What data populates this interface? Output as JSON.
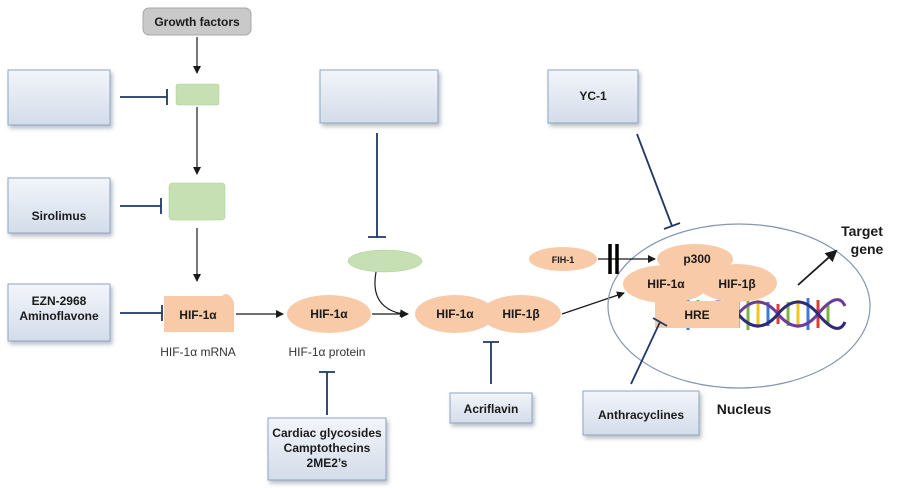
{
  "growth_factors": "Growth factors",
  "inhibitors": {
    "box_left_top": "",
    "sirolimus": "Sirolimus",
    "ezn_line1": "EZN-2968",
    "ezn_line2": "Aminoflavone",
    "box_middle_top": "",
    "yc1": "YC-1",
    "cardiac_line1": "Cardiac glycosides",
    "cardiac_line2": "Camptothecins",
    "cardiac_line3": "2ME2’s",
    "acriflavin": "Acriflavin",
    "anthracyclines": "Anthracyclines"
  },
  "molecules": {
    "hif1a_mrna": "HIF-1α",
    "hif1a_protein": "HIF-1α",
    "dimer_a": "HIF-1α",
    "dimer_b": "HIF-1β",
    "fih1": "FIH-1",
    "p300": "p300",
    "nuc_a": "HIF-1α",
    "nuc_b": "HIF-1β",
    "hre": "HRE"
  },
  "captions": {
    "mrna": "HIF-1α mRNA",
    "protein": "HIF-1α protein",
    "nucleus": "Nucleus",
    "target_line1": "Target",
    "target_line2": "gene"
  },
  "colors": {
    "molecule": "#f8caa7",
    "green_node": "#c6e0b4",
    "inhibitor_line": "#1f3864",
    "growth_box": "#c9c9c9",
    "drug_box": "#dce3ef"
  }
}
